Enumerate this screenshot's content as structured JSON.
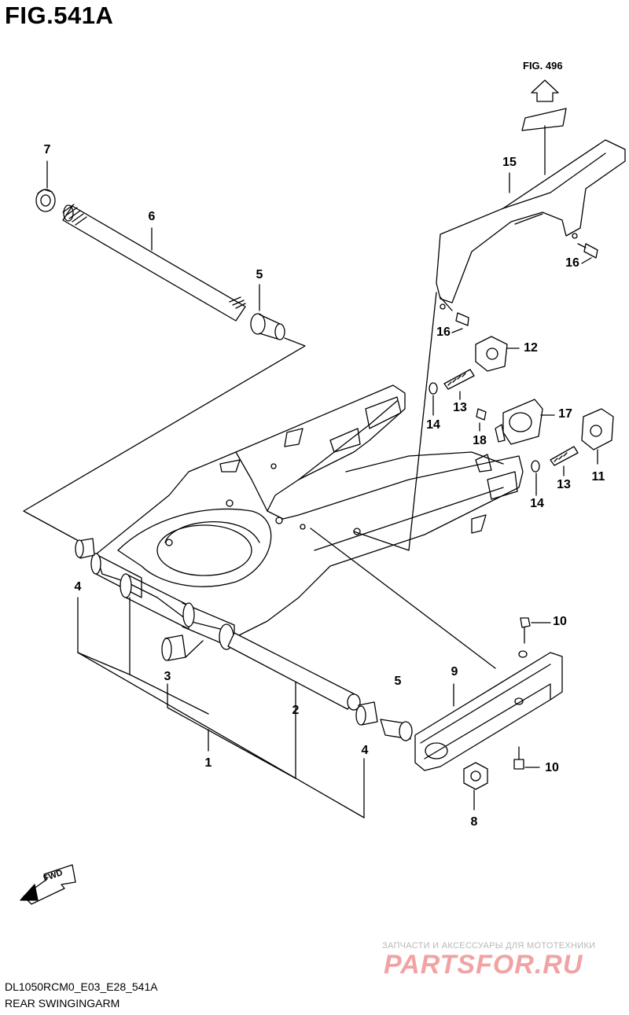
{
  "title": "FIG.541A",
  "ref_figure": "FIG. 496",
  "callouts": {
    "c1": "1",
    "c2": "2",
    "c3": "3",
    "c4a": "4",
    "c4b": "4",
    "c5a": "5",
    "c5b": "5",
    "c6": "6",
    "c7": "7",
    "c8": "8",
    "c9": "9",
    "c10a": "10",
    "c10b": "10",
    "c11": "11",
    "c12": "12",
    "c13a": "13",
    "c13b": "13",
    "c14a": "14",
    "c14b": "14",
    "c15": "15",
    "c16a": "16",
    "c16b": "16",
    "c17": "17",
    "c18": "18"
  },
  "fwd_label": "FWD",
  "model_code": "DL1050RCM0_E03_E28_541A",
  "subtitle": "REAR SWINGINGARM",
  "watermark": {
    "tagline": "ЗАПЧАСТИ И АКСЕССУАРЫ ДЛЯ МОТОТЕХНИКИ",
    "logo": "PARTSFOR.RU"
  }
}
